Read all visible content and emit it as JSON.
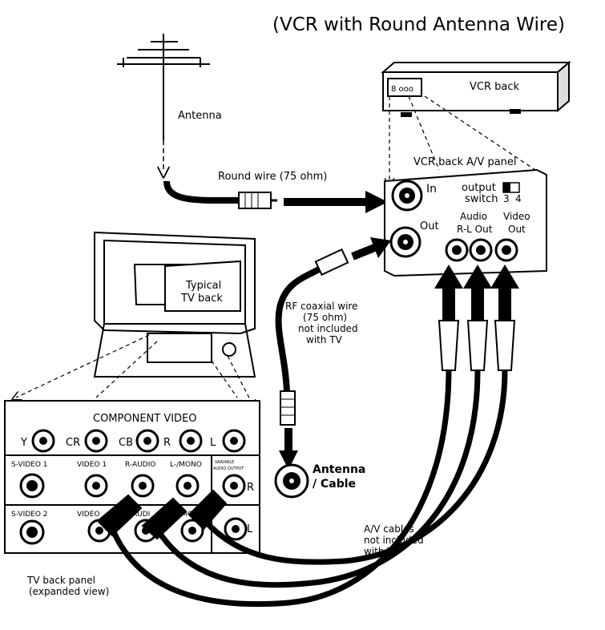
{
  "title": "(VCR with Round Antenna Wire)",
  "labels": {
    "antenna": "Antenna",
    "round_wire": "Round wire (75 ohm)",
    "vcr_back": "VCR back",
    "vcr_panel": "VCR back A/V panel",
    "in": "In",
    "out": "Out",
    "output_switch_1": "output",
    "output_switch_2": "switch",
    "switch_3": "3",
    "switch_4": "4",
    "audio": "Audio",
    "rl_out": "R-L Out",
    "video": "Video",
    "video_out": "Out",
    "typical_tv_1": "Typical",
    "typical_tv_2": "TV back",
    "rf_1": "RF coaxial wire",
    "rf_2": "(75 ohm)",
    "rf_3": "not included",
    "rf_4": "with TV",
    "antenna_cable_1": "Antenna",
    "antenna_cable_2": "/ Cable",
    "av_1": "A/V cables",
    "av_2": "not included",
    "av_3": "with TV",
    "tvpanel_1": "TV back panel",
    "tvpanel_2": "(expanded view)",
    "component_video": "COMPONENT VIDEO",
    "y": "Y",
    "cr": "CR",
    "cb": "CB",
    "r": "R",
    "l": "L",
    "svideo1": "S-VIDEO 1",
    "video1": "VIDEO 1",
    "raudio": "R-AUDIO",
    "lmono": "L-/MONO",
    "variable_1": "VARIABLE",
    "variable_2": "AUDIO OUTPUT",
    "varR": "R",
    "svideo2": "S-VIDEO 2",
    "video2": "VIDEO",
    "raudio2": "R-AUDI",
    "lmono2": "-/MON",
    "varL": "L"
  }
}
